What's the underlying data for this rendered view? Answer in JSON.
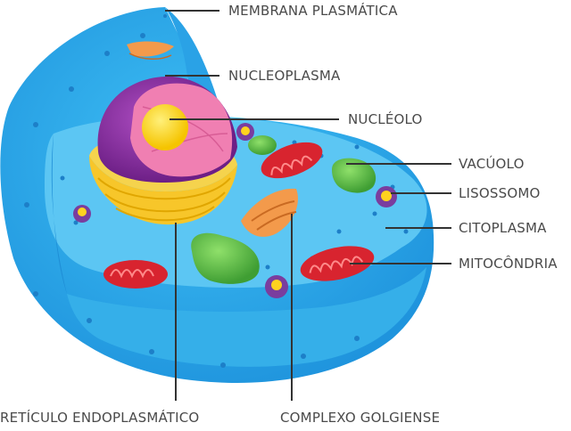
{
  "diagram": {
    "labels": {
      "membrana": "MEMBRANA PLASMÁTICA",
      "nucleoplasma": "NUCLEOPLASMA",
      "nucleolo": "NUCLÉOLO",
      "vacuolo": "VACÚOLO",
      "lisossomo": "LISOSSOMO",
      "citoplasma": "CITOPLASMA",
      "mitocondria": "MITOCÔNDRIA",
      "reticulo": "RETÍCULO ENDOPLASMÁTICO",
      "golgi": "COMPLEXO GOLGIENSE"
    },
    "colors": {
      "membrane": "#29a8ea",
      "cytoplasm": "#5cc6f3",
      "nucleus_envelope": "#8b2fa0",
      "nucleoplasm": "#f07fb2",
      "nucleolus": "#ffd21f",
      "reticulum": "#f7c62a",
      "vacuole": "#5fc14b",
      "mitochondria": "#d8242f",
      "golgi": "#f39a4b",
      "lysosome": "#7a3d9e",
      "line": "#333333",
      "text": "#4a4a4a"
    }
  }
}
